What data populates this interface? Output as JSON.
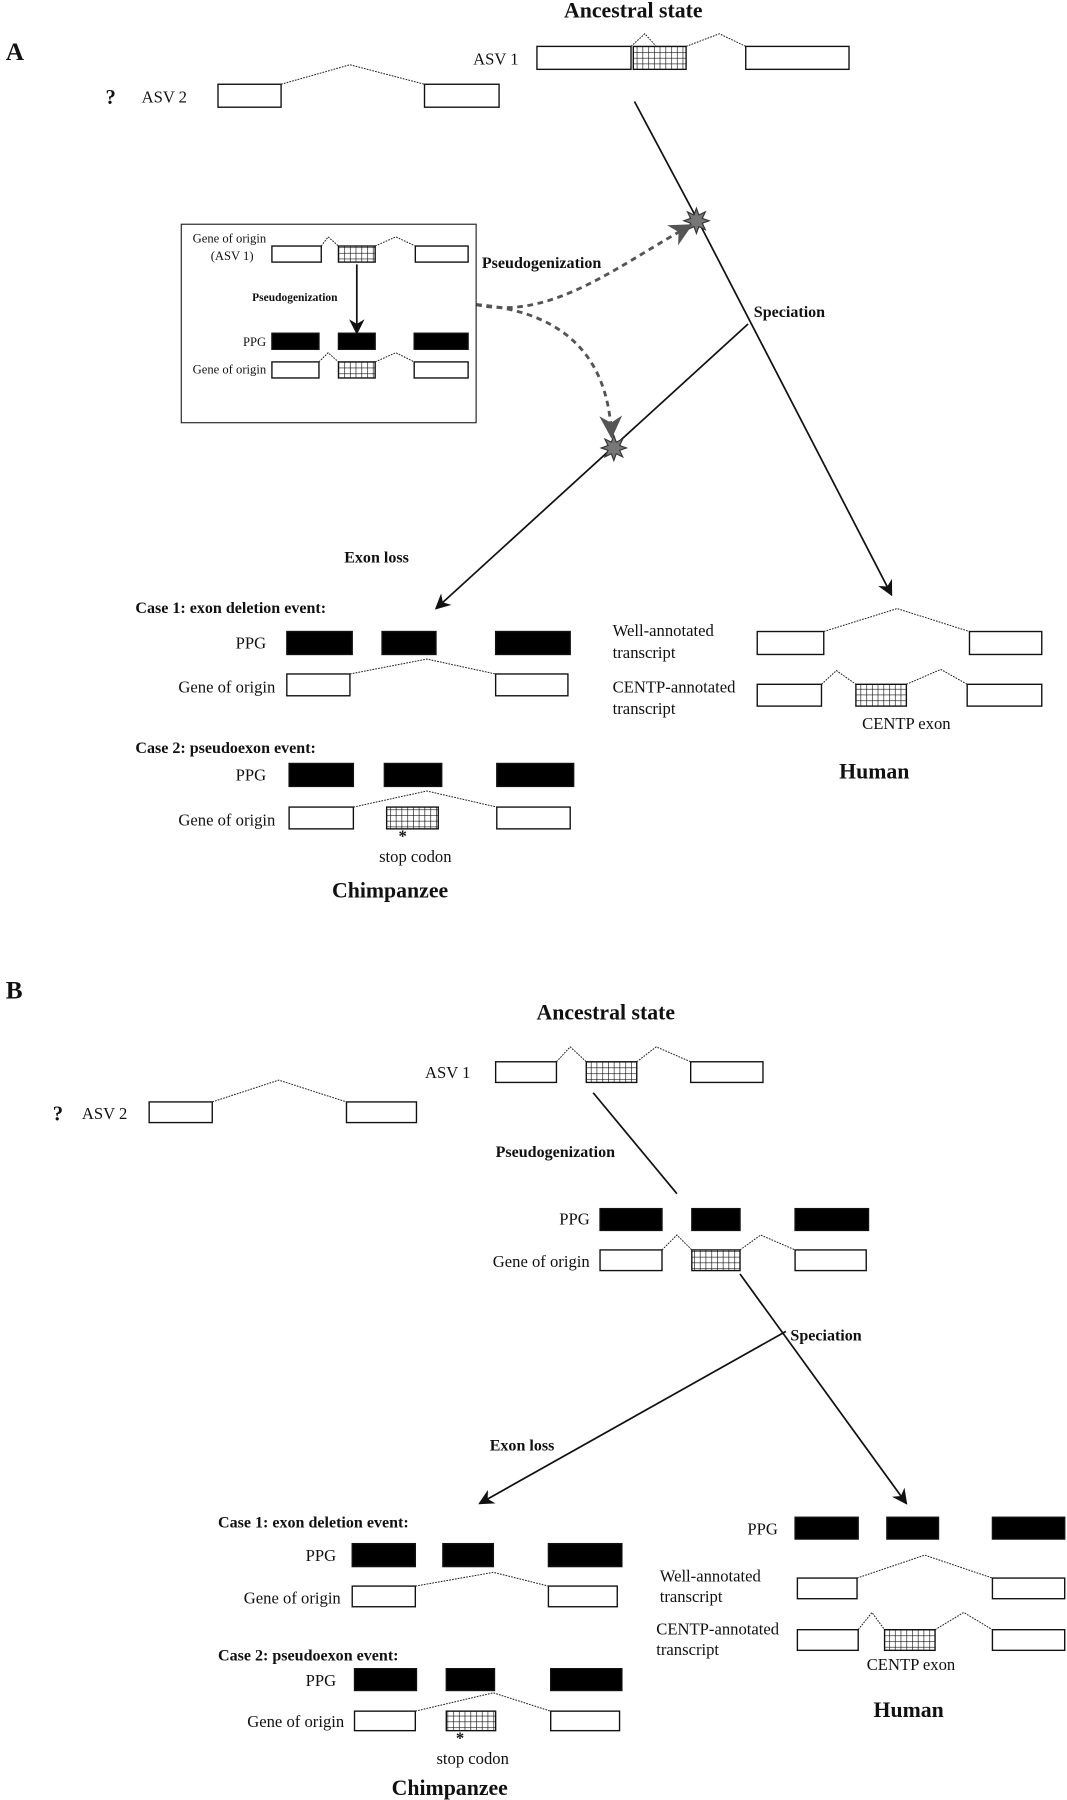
{
  "panel_a": {
    "letter": "A",
    "title": "Ancestral state",
    "asv1": "ASV 1",
    "asv2_mark": "?",
    "asv2": "ASV 2",
    "inset": {
      "gene_origin_1": "Gene of origin",
      "gene_origin_1b": "(ASV 1)",
      "pseudogenization": "Pseudogenization",
      "ppg": "PPG",
      "gene_origin_2": "Gene of origin"
    },
    "pseudogenization": "Pseudogenization",
    "speciation": "Speciation",
    "exon_loss": "Exon loss",
    "case1": "Case 1: exon deletion event:",
    "case1_ppg": "PPG",
    "case1_gene": "Gene of origin",
    "case2": "Case 2: pseudoexon event:",
    "case2_ppg": "PPG",
    "case2_gene": "Gene of origin",
    "stop_mark": "*",
    "stop_codon": "stop codon",
    "chimpanzee": "Chimpanzee",
    "well_annotated_1": "Well-annotated",
    "well_annotated_2": "transcript",
    "centp_annotated_1": "CENTP-annotated",
    "centp_annotated_2": "transcript",
    "centp_exon": "CENTP exon",
    "human": "Human"
  },
  "panel_b": {
    "letter": "B",
    "title": "Ancestral state",
    "asv1": "ASV 1",
    "asv2_mark": "?",
    "asv2": "ASV 2",
    "pseudogenization": "Pseudogenization",
    "ppg": "PPG",
    "gene_origin": "Gene of origin",
    "speciation": "Speciation",
    "exon_loss": "Exon loss",
    "case1": "Case 1: exon deletion event:",
    "case1_ppg": "PPG",
    "case1_gene": "Gene of origin",
    "case2": "Case 2: pseudoexon event:",
    "case2_ppg": "PPG",
    "case2_gene": "Gene of origin",
    "stop_mark": "*",
    "stop_codon": "stop codon",
    "chimpanzee": "Chimpanzee",
    "human_ppg": "PPG",
    "well_annotated_1": "Well-annotated",
    "well_annotated_2": "transcript",
    "centp_annotated_1": "CENTP-annotated",
    "centp_annotated_2": "transcript",
    "centp_exon": "CENTP exon",
    "human": "Human"
  },
  "colors": {
    "pseudogene_exon": "#000000",
    "pseudogenization_arrow": "#555555",
    "event_star": "#777777"
  }
}
